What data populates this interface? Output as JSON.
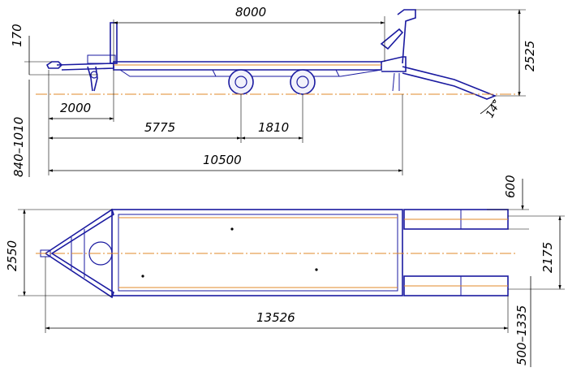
{
  "dimensions": {
    "deck_length": "8000",
    "deck_height": "170",
    "total_height": "2525",
    "ramp_angle": "14°",
    "drawbar_length": "2000",
    "hitch_to_axle": "5775",
    "axle_spacing": "1810",
    "coupling_height": "840–1010",
    "hitch_to_ramp_hinge": "10500",
    "ramp_track_width": "600",
    "overall_width": "2550",
    "ramp_outer_width": "2175",
    "overall_length": "13526",
    "ramp_gap": "500–1335"
  }
}
